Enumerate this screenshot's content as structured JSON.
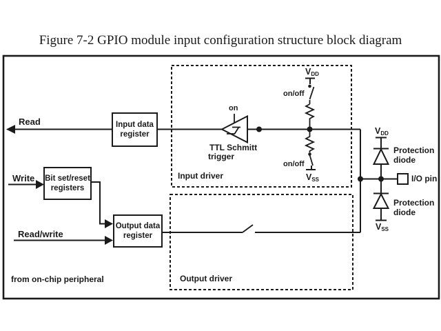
{
  "figure": {
    "title": "Figure 7-2 GPIO module input configuration structure block diagram"
  },
  "signals": {
    "read": "Read",
    "write": "Write",
    "read_write": "Read/write",
    "from_chip": "from on-chip peripheral"
  },
  "registers": {
    "input_data": {
      "line1": "Input data",
      "line2": "register"
    },
    "bit_set_reset": {
      "line1": "Bit set/reset",
      "line2": "registers"
    },
    "output_data": {
      "line1": "Output data",
      "line2": "register"
    }
  },
  "drivers": {
    "input": "Input driver",
    "output": "Output driver"
  },
  "schmitt": {
    "on": "on",
    "name_line1": "TTL Schmitt",
    "name_line2": "trigger"
  },
  "pull_network": {
    "on_off_top": "on/off",
    "on_off_bottom": "on/off"
  },
  "power": {
    "vdd": {
      "base": "V",
      "sub": "DD"
    },
    "vss": {
      "base": "V",
      "sub": "SS"
    }
  },
  "pin": {
    "io": "I/O pin",
    "protection_top": {
      "line1": "Protection",
      "line2": "diode"
    },
    "protection_bottom": {
      "line1": "Protection",
      "line2": "diode"
    }
  },
  "colors": {
    "ink": "#1a1a1a",
    "background": "#ffffff"
  }
}
